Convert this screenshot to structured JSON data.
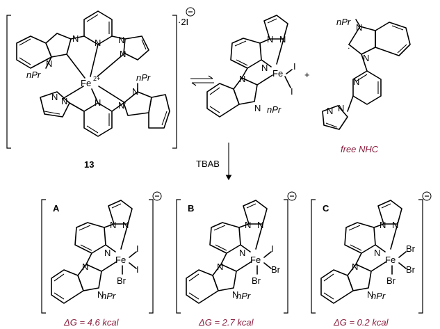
{
  "complex13": {
    "metal_label": "Fe",
    "charge_label": "2+",
    "counterion_label": "·2I",
    "npr_top": "nPr",
    "npr_bottom": "nPr",
    "n_labels": [
      "N",
      "N",
      "N",
      "N",
      "N",
      "N",
      "N",
      "N",
      "N",
      "N"
    ],
    "compound_number": "13"
  },
  "complex_neutral": {
    "metal_label": "Fe",
    "ligand1": "I",
    "ligand2": "I",
    "npr_label": "nPr",
    "n_labels": [
      "N",
      "N",
      "N",
      "N",
      "N"
    ]
  },
  "plus_sign": "+",
  "free_nhc": {
    "npr_label": "nPr",
    "caption": "free NHC",
    "n_labels": [
      "N",
      "N",
      "N",
      "N",
      "N"
    ]
  },
  "reagent_label": "TBAB",
  "panels": [
    {
      "letter": "A",
      "ligand1": "I",
      "ligand2": "I",
      "ligand3": "Br",
      "npr_label": "nPr",
      "energy": "ΔG = 4.6 kcal"
    },
    {
      "letter": "B",
      "ligand1": "I",
      "ligand2": "Br",
      "ligand3": "Br",
      "npr_label": "nPr",
      "energy": "ΔG = 2.7 kcal"
    },
    {
      "letter": "C",
      "ligand1": "Br",
      "ligand2": "Br",
      "ligand3": "Br",
      "npr_label": "nPr",
      "energy": "ΔG = 0.2 kcal"
    }
  ],
  "panel_metal_label": "Fe",
  "colors": {
    "ligand_accent": "#8b1f3f",
    "text": "#000000"
  },
  "icons": [
    "minus-circle-icon",
    "equilibrium-arrow-icon",
    "down-arrow-icon"
  ]
}
